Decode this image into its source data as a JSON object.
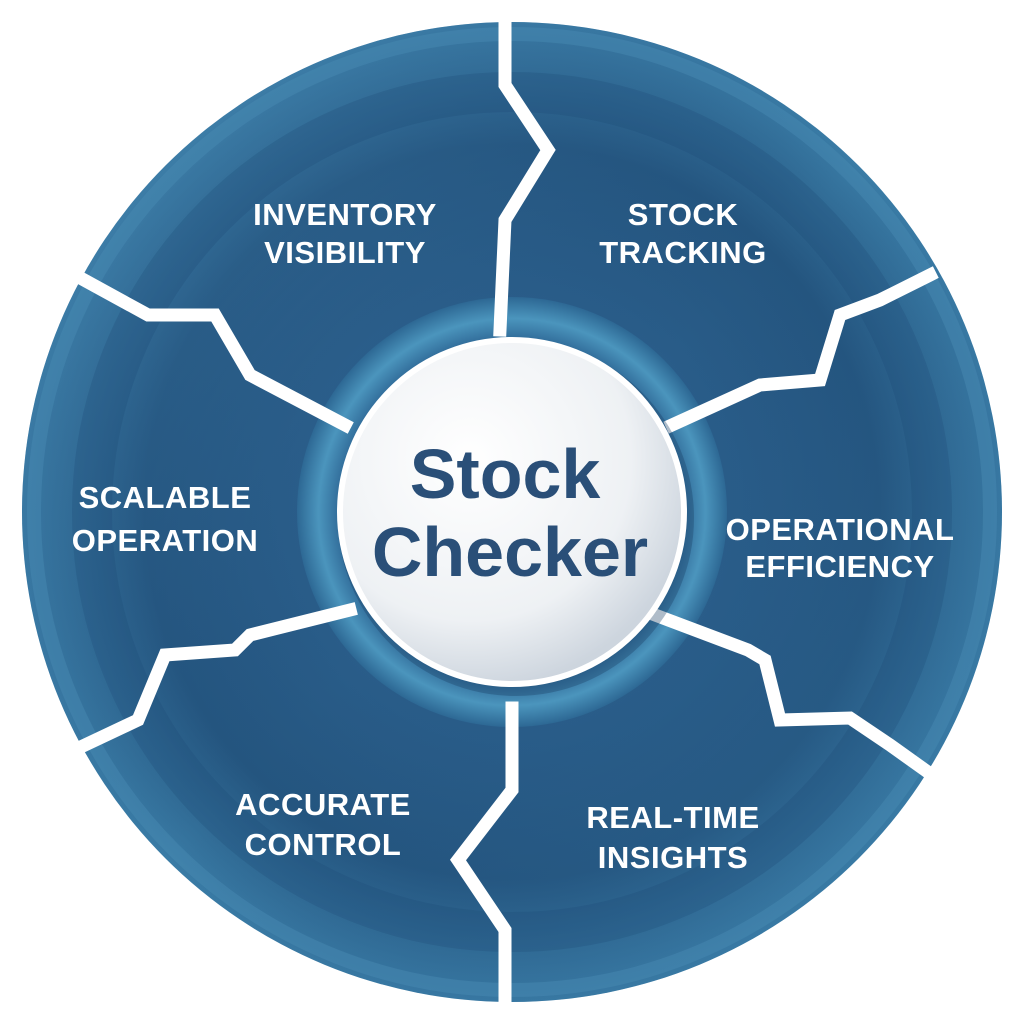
{
  "center": {
    "line1": "Stock",
    "line2": "Checker"
  },
  "segments": [
    {
      "id": "inventory-visibility",
      "line1": "INVENTORY",
      "line2": "VISIBILITY"
    },
    {
      "id": "stock-tracking",
      "line1": "STOCK",
      "line2": "TRACKING"
    },
    {
      "id": "operational-efficiency",
      "line1": "OPERATIONAL",
      "line2": "EFFICIENCY"
    },
    {
      "id": "real-time-insights",
      "line1": "REAL-TIME",
      "line2": "INSIGHTS"
    },
    {
      "id": "accurate-control",
      "line1": "ACCURATE",
      "line2": "CONTROL"
    },
    {
      "id": "scalable-operation",
      "line1": "SCALABLE",
      "line2": "OPERATION"
    }
  ],
  "colors": {
    "segment_light": "#3d7fa8",
    "segment_dark": "#1f4a78",
    "segment_edge": "#2f6f9a",
    "inner_ring": "#4a8fb4",
    "center_fill": "#f2f4f6",
    "center_text": "#2a4f78",
    "gap": "#ffffff"
  }
}
